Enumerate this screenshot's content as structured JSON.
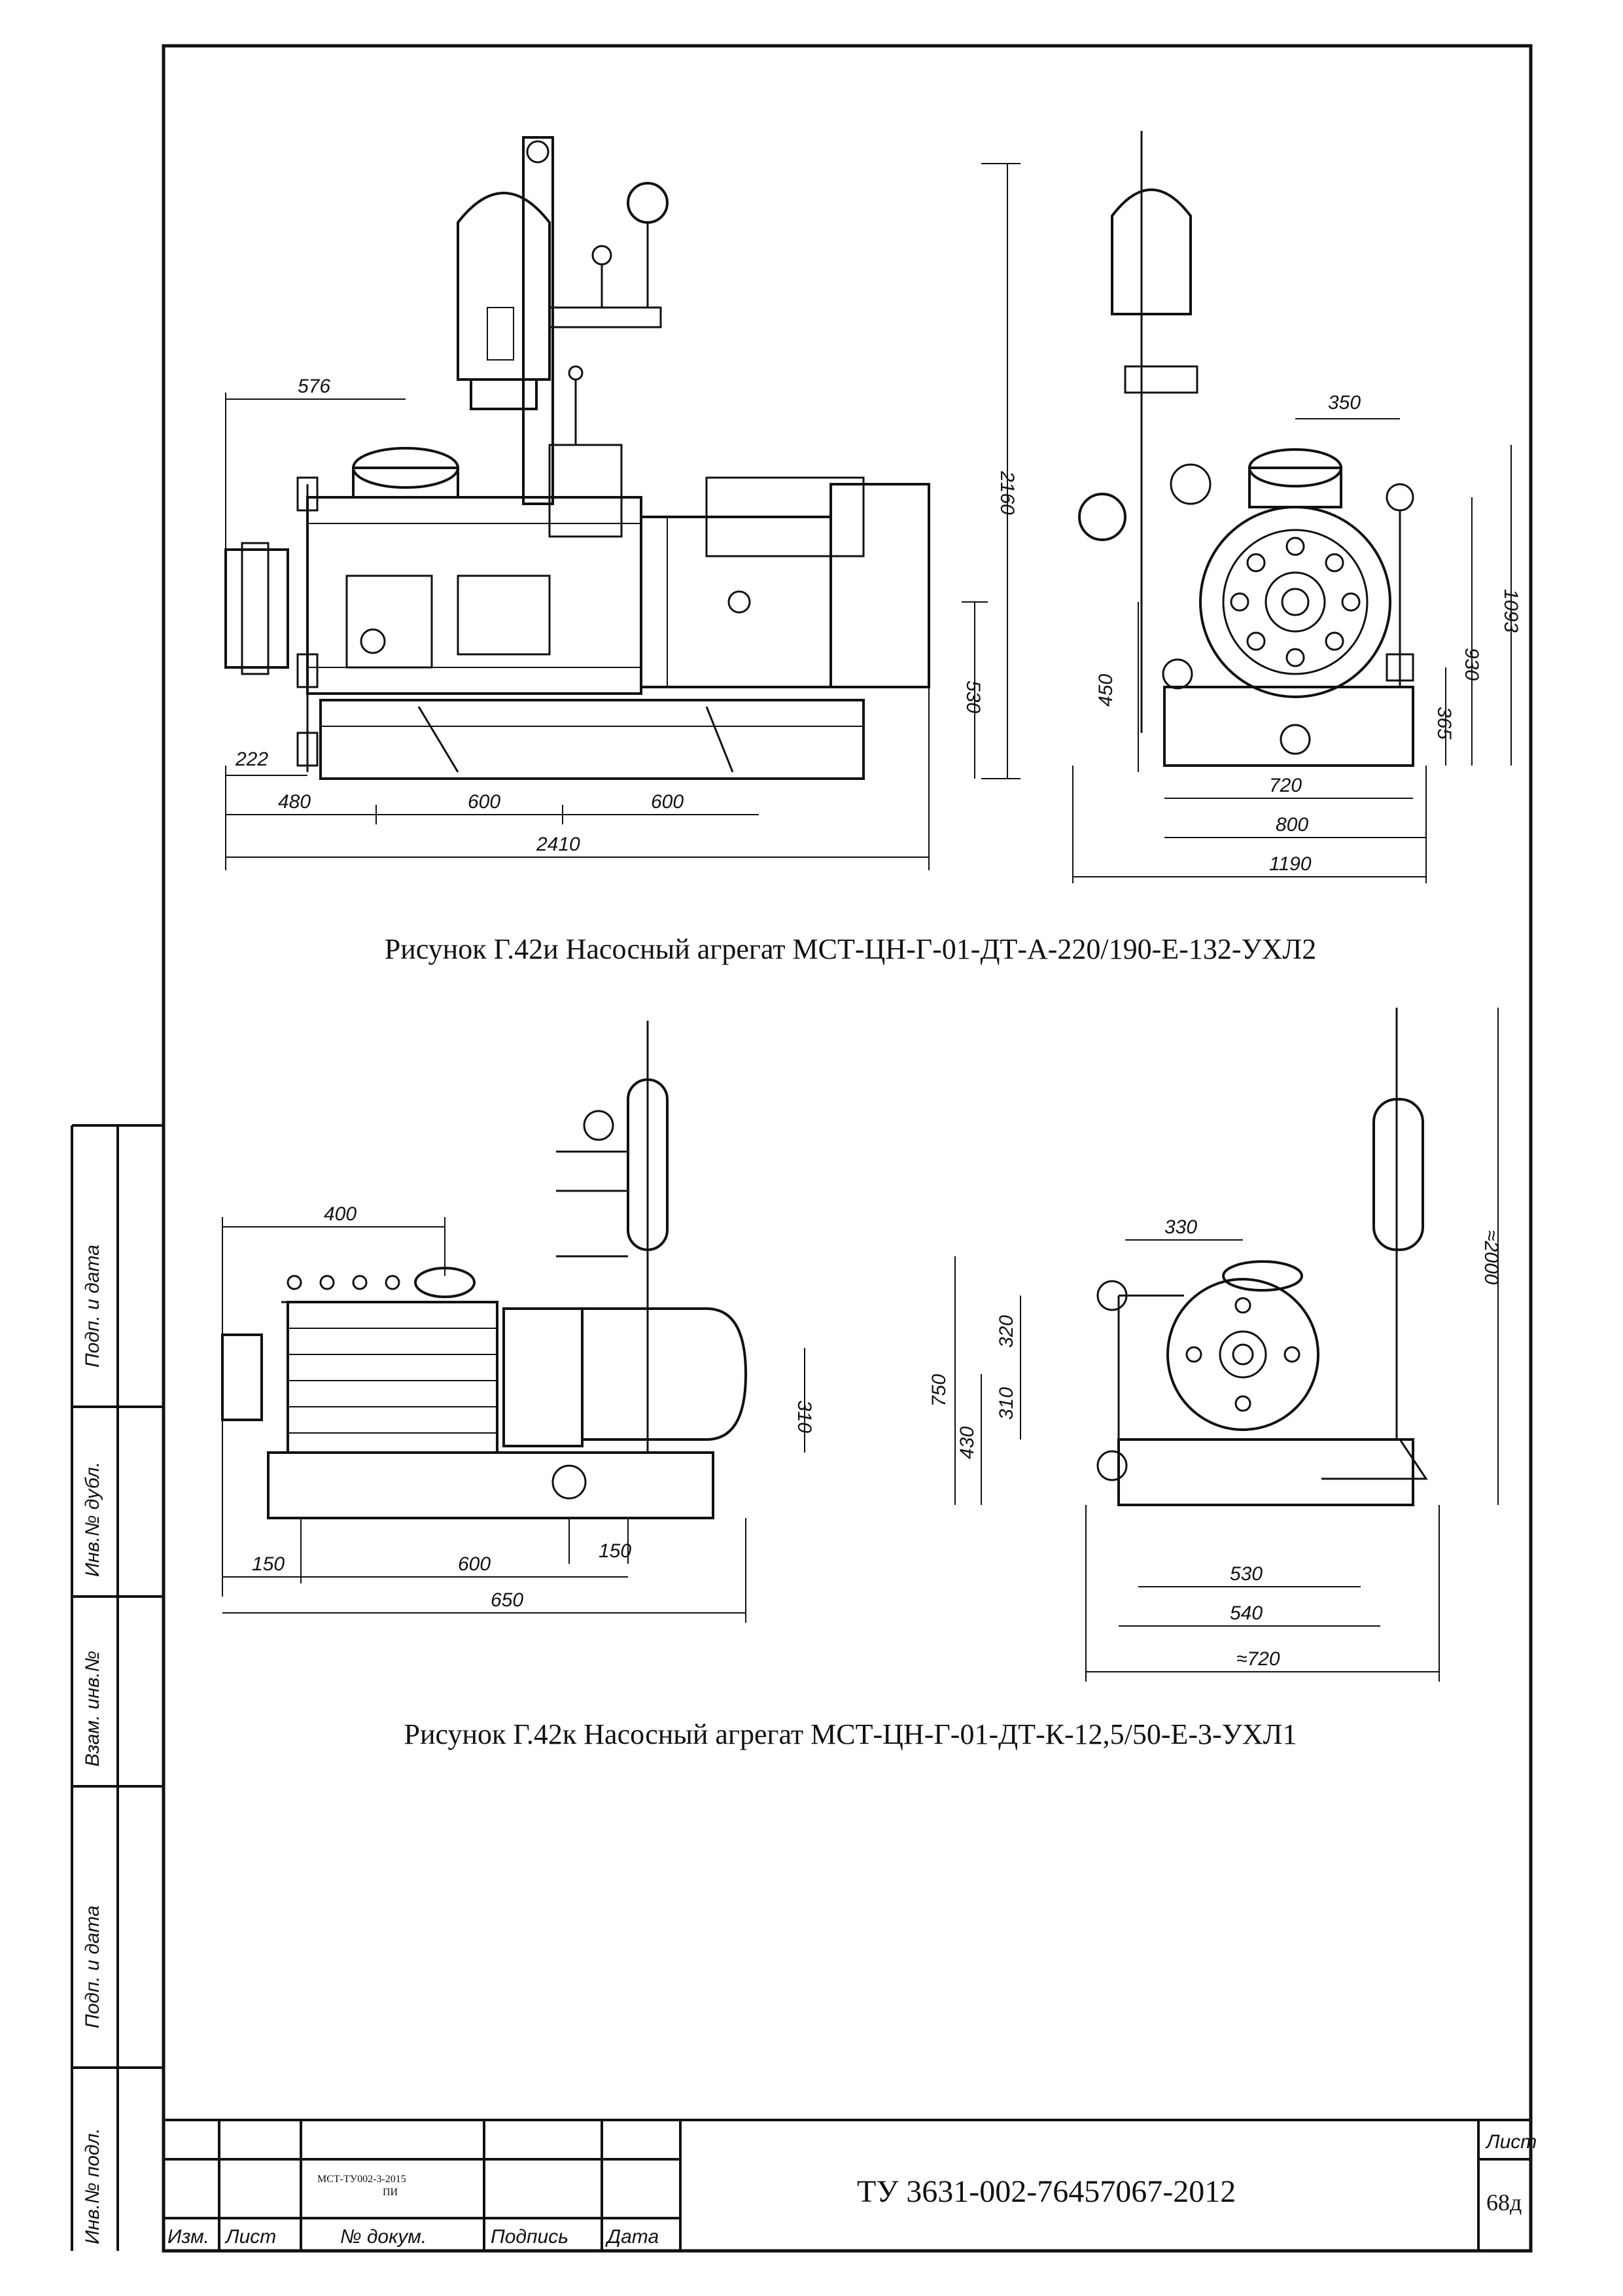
{
  "figures": [
    {
      "caption": "Рисунок Г.42и Насосный агрегат МСТ-ЦН-Г-01-ДТ-А-220/190-Е-132-УХЛ2",
      "front_dims": {
        "d576": "576",
        "d2160": "2160",
        "d530": "530",
        "d222": "222",
        "d480": "480",
        "d600a": "600",
        "d600b": "600",
        "d2410": "2410"
      },
      "side_dims": {
        "d350": "350",
        "d450": "450",
        "d930": "930",
        "d1093": "1093",
        "d365": "365",
        "d720": "720",
        "d800": "800",
        "d1190": "1190"
      }
    },
    {
      "caption": "Рисунок Г.42к Насосный агрегат МСТ-ЦН-Г-01-ДТ-К-12,5/50-Е-3-УХЛ1",
      "front_dims": {
        "d400": "400",
        "d310": "310",
        "d150a": "150",
        "d600": "600",
        "d150b": "150",
        "d650": "650"
      },
      "side_dims": {
        "d330": "330",
        "d2000": "≈2000",
        "d750": "750",
        "d320": "320",
        "d310": "310",
        "d430": "430",
        "d530": "530",
        "d540": "540",
        "d720": "≈720"
      }
    }
  ],
  "side_strip": {
    "labels": [
      "Подп. и дата",
      "Инв.№ дубл.",
      "Взам. инв.№",
      "Подп. и дата",
      "Инв.№ подл."
    ]
  },
  "title_block": {
    "doc_ref_line1": "МСТ-ТУ002-3-2015",
    "doc_ref_line2": "ПИ",
    "col_izm": "Изм.",
    "col_list": "Лист",
    "col_doc": "№ докум.",
    "col_sign": "Подпись",
    "col_date": "Дата",
    "doc_code": "ТУ 3631-002-76457067-2012",
    "sheet_label": "Лист",
    "sheet_number": "68д"
  }
}
